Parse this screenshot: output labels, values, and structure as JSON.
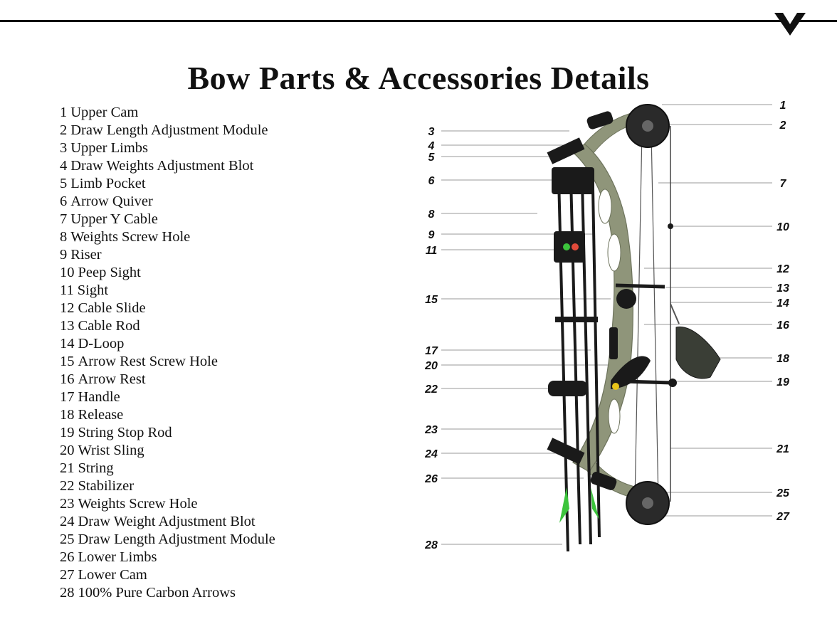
{
  "title": "Bow Parts & Accessories Details",
  "parts": [
    {
      "num": "1",
      "label": "Upper Cam"
    },
    {
      "num": "2",
      "label": "Draw Length Adjustment Module"
    },
    {
      "num": "3",
      "label": "Upper Limbs"
    },
    {
      "num": "4",
      "label": "Draw Weights Adjustment Blot"
    },
    {
      "num": "5",
      "label": "Limb Pocket"
    },
    {
      "num": "6",
      "label": "Arrow Quiver"
    },
    {
      "num": "7",
      "label": "Upper Y Cable"
    },
    {
      "num": "8",
      "label": "Weights Screw Hole"
    },
    {
      "num": "9",
      "label": "Riser"
    },
    {
      "num": "10",
      "label": "Peep Sight"
    },
    {
      "num": "11",
      "label": "Sight"
    },
    {
      "num": "12",
      "label": "Cable Slide"
    },
    {
      "num": "13",
      "label": "Cable Rod"
    },
    {
      "num": "14",
      "label": "D-Loop"
    },
    {
      "num": "15",
      "label": "Arrow Rest Screw Hole"
    },
    {
      "num": "16",
      "label": "Arrow Rest"
    },
    {
      "num": "17",
      "label": "Handle"
    },
    {
      "num": "18",
      "label": "Release"
    },
    {
      "num": "19",
      "label": "String Stop Rod"
    },
    {
      "num": "20",
      "label": "Wrist Sling"
    },
    {
      "num": "21",
      "label": "String"
    },
    {
      "num": "22",
      "label": "Stabilizer"
    },
    {
      "num": "23",
      "label": "Weights Screw Hole"
    },
    {
      "num": "24",
      "label": "Draw Weight Adjustment Blot"
    },
    {
      "num": "25",
      "label": "Draw Length Adjustment Module"
    },
    {
      "num": "26",
      "label": "Lower Limbs"
    },
    {
      "num": "27",
      "label": "Lower Cam"
    },
    {
      "num": "28",
      "label": "100% Pure Carbon Arrows"
    }
  ],
  "callouts": {
    "left": [
      "3",
      "4",
      "5",
      "6",
      "8",
      "9",
      "11",
      "15",
      "17",
      "20",
      "22",
      "23",
      "24",
      "26",
      "28"
    ],
    "right": [
      "1",
      "2",
      "7",
      "10",
      "12",
      "13",
      "14",
      "16",
      "18",
      "19",
      "21",
      "25",
      "27"
    ]
  },
  "colors": {
    "riser": "#8f957a",
    "riser_dark": "#6d735c",
    "black": "#1a1a1a",
    "leader": "#9a9a9a",
    "accent_yellow": "#e8c419",
    "fletch_green": "#3cc43c"
  }
}
